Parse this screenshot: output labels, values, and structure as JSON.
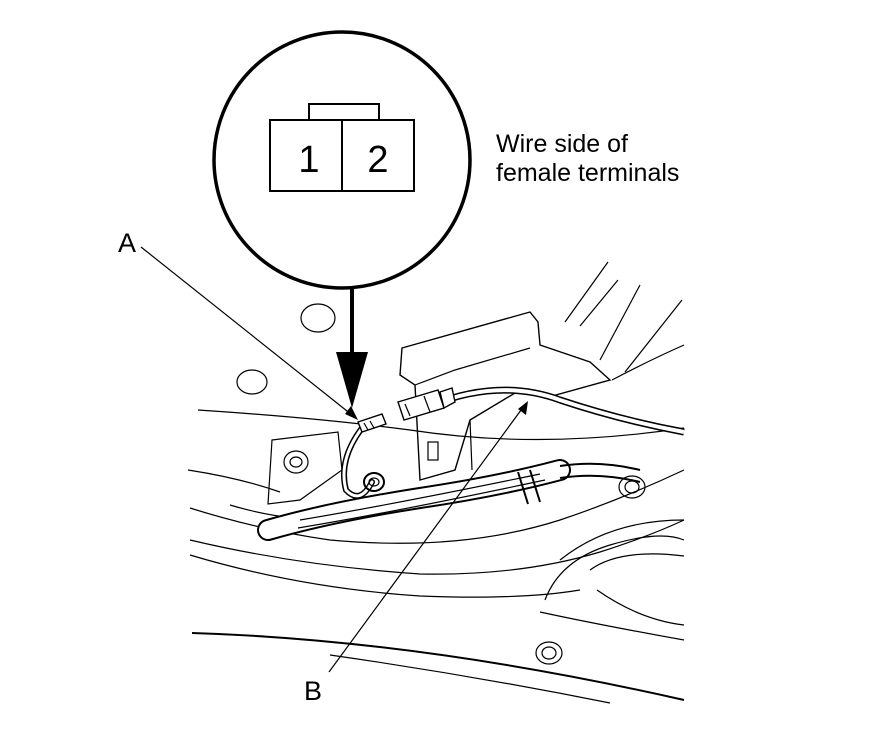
{
  "connector_view": {
    "pins": [
      "1",
      "2"
    ],
    "caption_line1": "Wire side of",
    "caption_line2": "female terminals"
  },
  "callouts": {
    "a": "A",
    "b": "B"
  }
}
